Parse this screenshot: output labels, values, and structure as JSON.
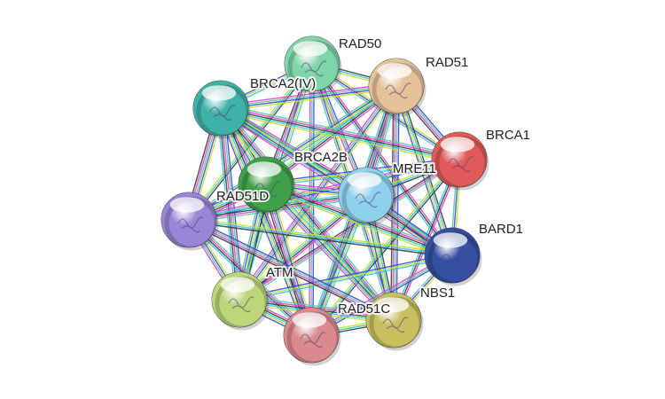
{
  "network": {
    "nodes": [
      {
        "id": "RAD50",
        "label": "RAD50",
        "color": "#7fd4a8"
      },
      {
        "id": "RAD51",
        "label": "RAD51",
        "color": "#e6c29a"
      },
      {
        "id": "BRCA2_IV",
        "label": "BRCA2(IV)",
        "color": "#3fb2a8"
      },
      {
        "id": "BRCA1",
        "label": "BRCA1",
        "color": "#e05a5a"
      },
      {
        "id": "BRCA2B",
        "label": "BRCA2B",
        "color": "#ffffff"
      },
      {
        "id": "MRE11",
        "label": "MRE11",
        "color": "#8fd0ec"
      },
      {
        "id": "RAD51D",
        "label": "RAD51D",
        "color": "#3fa04a"
      },
      {
        "id": "BARD1",
        "label": "BARD1",
        "color": "#3550a0"
      },
      {
        "id": "PURPLE",
        "label": "",
        "color": "#9a86d6"
      },
      {
        "id": "ATM",
        "label": "ATM",
        "color": "#bcd67a"
      },
      {
        "id": "NBS1",
        "label": "NBS1",
        "color": "#c8c060"
      },
      {
        "id": "RAD51C",
        "label": "RAD51C",
        "color": "#d88a8e"
      }
    ],
    "edge_colors": [
      "#e040c8",
      "#3a3a3a",
      "#32c8e0",
      "#c8e028",
      "#3a48e0",
      "#58c8a0"
    ]
  }
}
